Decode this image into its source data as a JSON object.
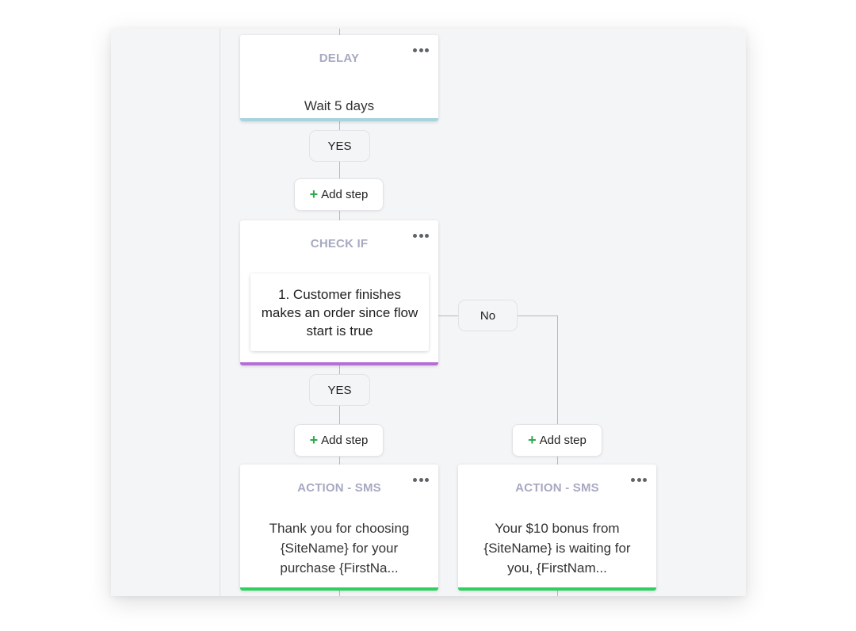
{
  "flow": {
    "delay_card": {
      "type": "DELAY",
      "body": "Wait 5 days",
      "accent": "#a9d4df"
    },
    "yes_label_1": "YES",
    "add_step_1": "Add step",
    "check_card": {
      "type": "CHECK IF",
      "condition": "1. Customer finishes makes an order since flow start is true",
      "accent": "#b56ed6"
    },
    "no_label": "No",
    "yes_label_2": "YES",
    "add_step_yes": "Add step",
    "add_step_no": "Add step",
    "action_card_yes": {
      "type": "ACTION - SMS",
      "body": "Thank you for choosing {SiteName} for your purchase {FirstNa...",
      "accent": "#2ed160"
    },
    "action_card_no": {
      "type": "ACTION - SMS",
      "body": "Your $10 bonus from {SiteName} is waiting for you, {FirstNam...",
      "accent": "#2ed160"
    },
    "icons": {
      "menu": "more-horizontal-icon",
      "add": "plus-icon"
    }
  }
}
